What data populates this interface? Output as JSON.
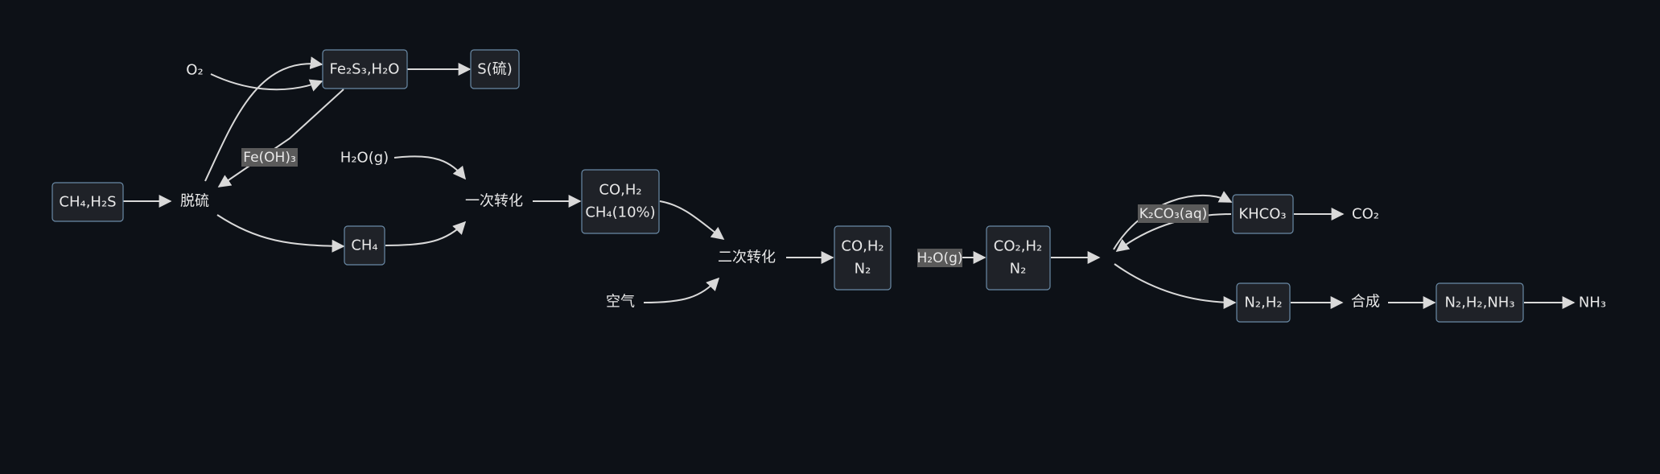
{
  "nodes": {
    "feed": "CH₄,H₂S",
    "desulf": "脱硫",
    "o2": "O₂",
    "fe2s3": "Fe₂S₃,H₂O",
    "sulfur": "S(硫)",
    "h2o_g": "H₂O(g)",
    "ch4": "CH₄",
    "primary": "一次转化",
    "co_h2_ch4": [
      "CO,H₂",
      "CH₄(10%)"
    ],
    "air": "空气",
    "secondary": "二次转化",
    "co_h2_n2": [
      "CO,H₂",
      "N₂"
    ],
    "co2_h2_n2": [
      "CO₂,H₂",
      "N₂"
    ],
    "khco3": "KHCO₃",
    "co2": "CO₂",
    "n2_h2": "N₂,H₂",
    "synth": "合成",
    "n2_h2_nh3": "N₂,H₂,NH₃",
    "nh3": "NH₃"
  },
  "edge_labels": {
    "fe_oh3": "Fe(OH)₃",
    "h2o_g": "H₂O(g)",
    "k2co3": "K₂CO₃(aq)"
  }
}
